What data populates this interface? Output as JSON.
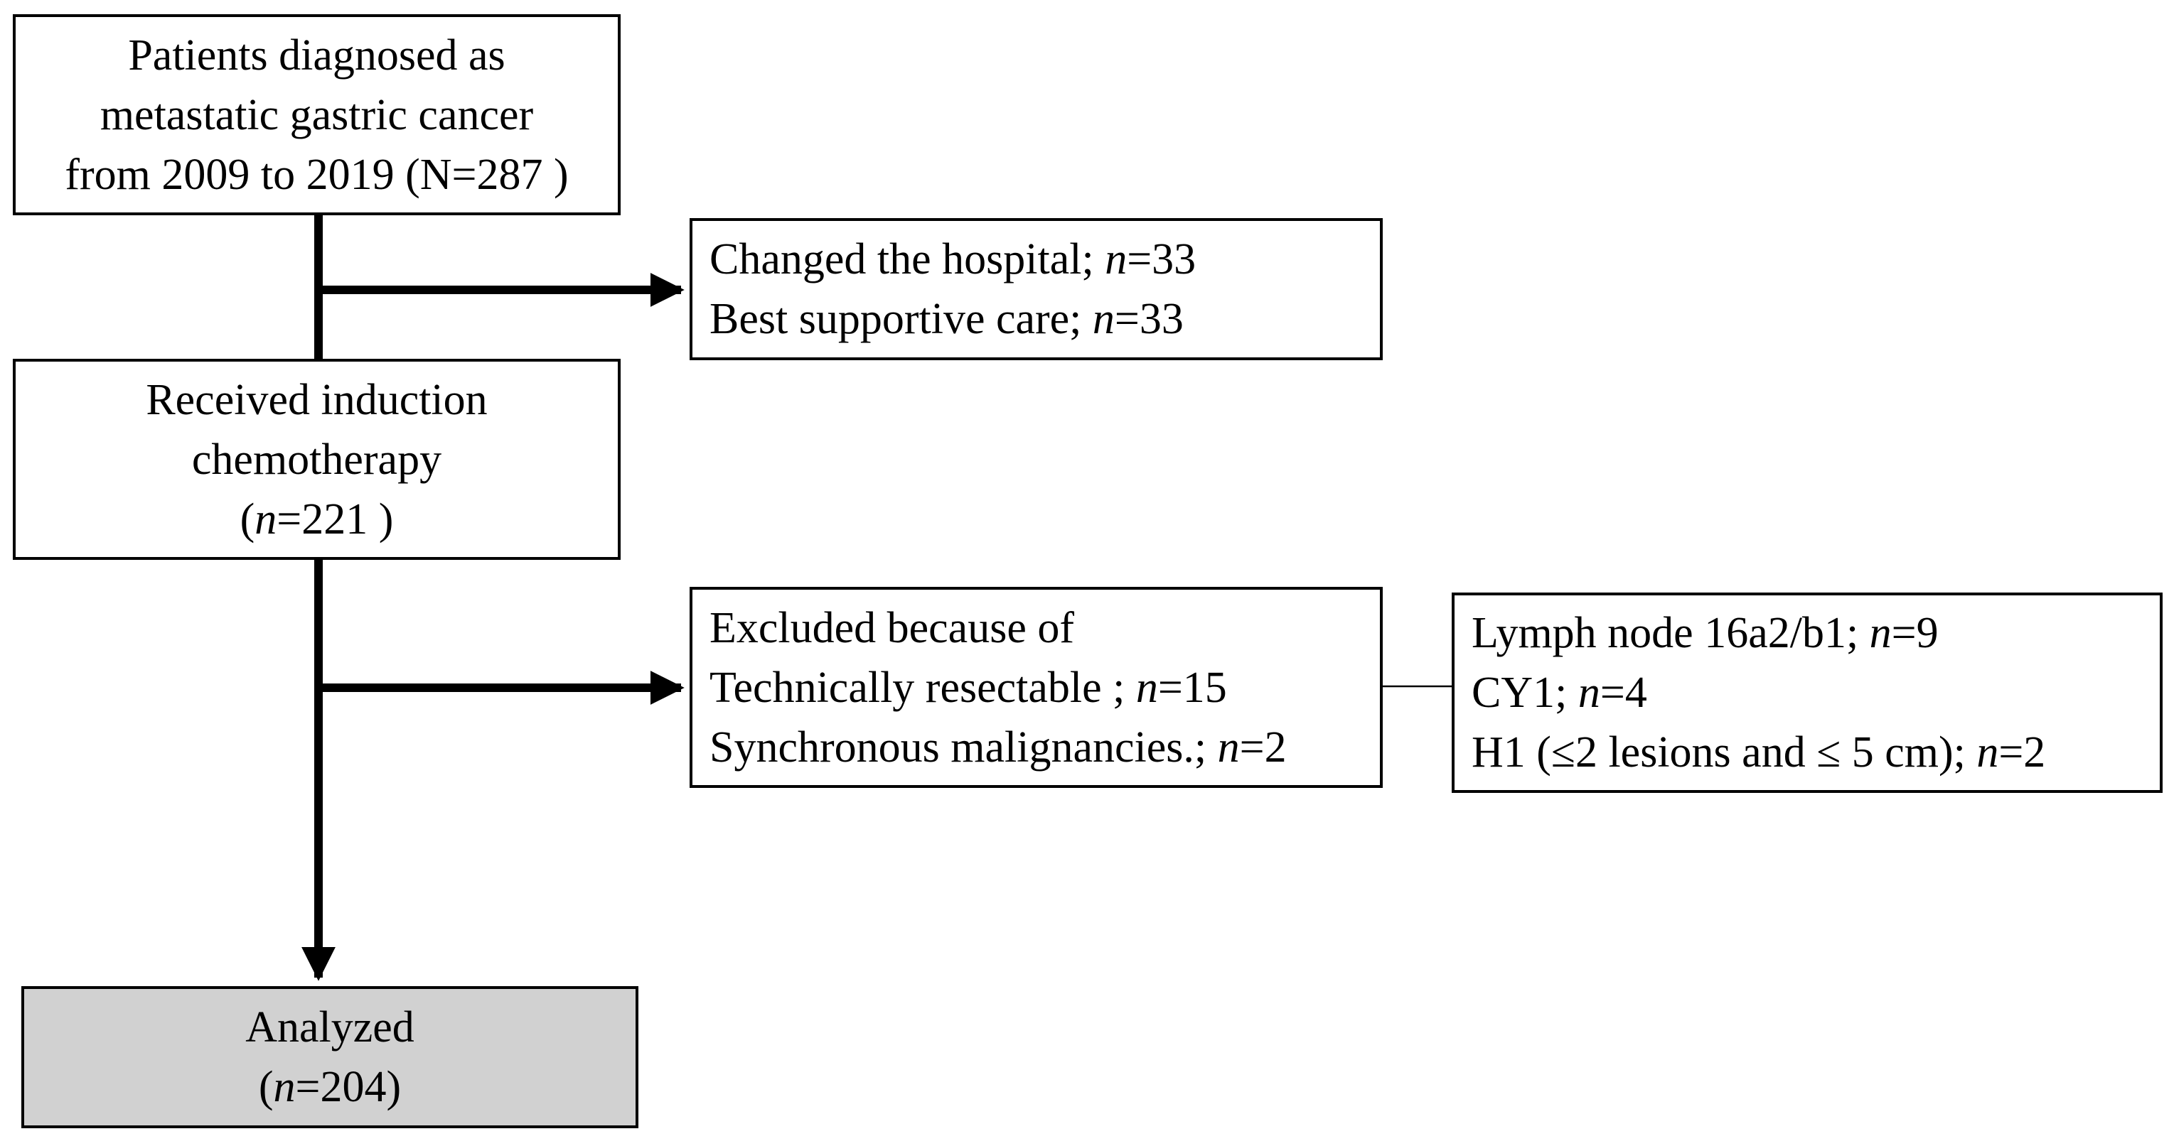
{
  "boxes": {
    "patients": {
      "lines": [
        "Patients diagnosed as",
        "metastatic gastric cancer",
        "from 2009 to 2019 (N=287 )"
      ]
    },
    "hospital": {
      "line1_text": "Changed the hospital; ",
      "line1_var": "n",
      "line1_value": "=33",
      "line2_text": "Best supportive care; ",
      "line2_var": "n",
      "line2_value": "=33"
    },
    "induction": {
      "line1": "Received induction",
      "line2": "chemotherapy",
      "line3_open": "(",
      "line3_var": "n",
      "line3_value": "=221 )"
    },
    "excluded": {
      "line1": "Excluded because of",
      "line2_text": "Technically resectable ; ",
      "line2_var": "n",
      "line2_value": "=15",
      "line3_text": "Synchronous malignancies.; ",
      "line3_var": "n",
      "line3_value": "=2"
    },
    "detail": {
      "line1_text": "Lymph node 16a2/b1; ",
      "line1_var": "n",
      "line1_value": "=9",
      "line2_text": "CY1; ",
      "line2_var": "n",
      "line2_value": "=4",
      "line3_text": "H1 (≤2 lesions and ≤ 5 cm); ",
      "line3_var": "n",
      "line3_value": "=2"
    },
    "analyzed": {
      "line1": "Analyzed",
      "line2_open": "(",
      "line2_var": "n",
      "line2_value": "=204)"
    }
  },
  "colors": {
    "analyzed_fill": "#d1d1d1",
    "stroke": "#000000"
  }
}
